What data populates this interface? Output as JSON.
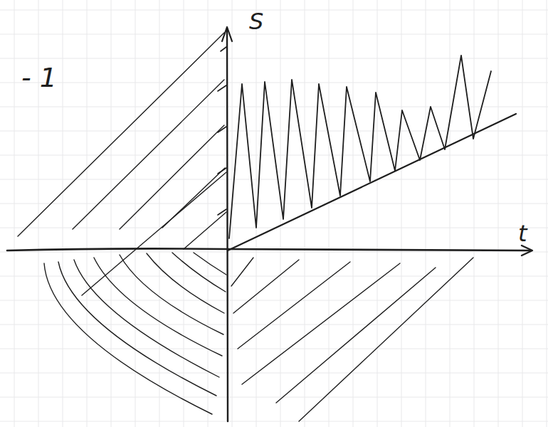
{
  "diagram": {
    "labels": [
      "- 1",
      "S",
      "t"
    ]
  }
}
